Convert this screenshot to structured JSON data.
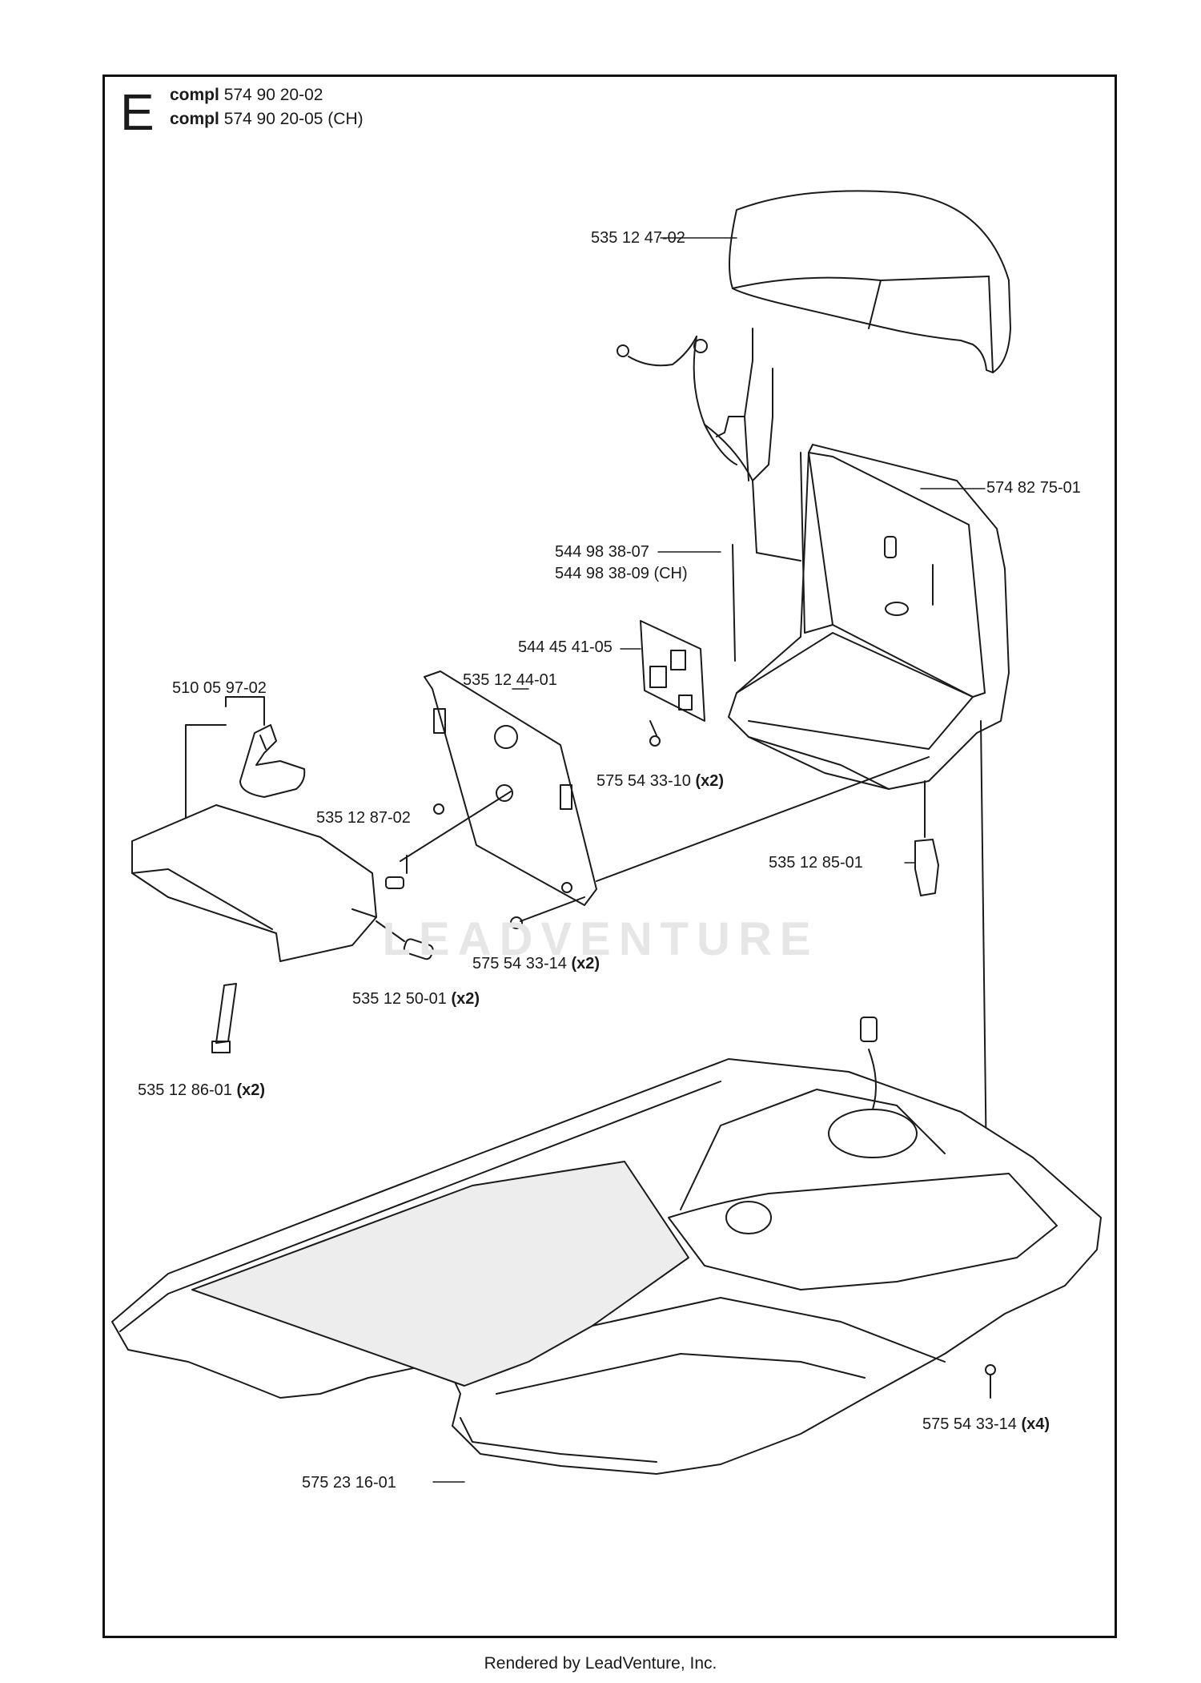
{
  "section": {
    "letter": "E",
    "compl": [
      {
        "keyword": "compl",
        "number": "574 90 20-02"
      },
      {
        "keyword": "compl",
        "number": "574 90 20-05 (CH)"
      }
    ]
  },
  "parts": [
    {
      "number": "535 12 47-02",
      "qty": ""
    },
    {
      "number": "574 82 75-01",
      "qty": ""
    },
    {
      "number": "544 98 38-07",
      "qty": ""
    },
    {
      "number": "544 98 38-09 (CH)",
      "qty": ""
    },
    {
      "number": "544 45 41-05",
      "qty": ""
    },
    {
      "number": "510 05 97-02",
      "qty": ""
    },
    {
      "number": "535 12 44-01",
      "qty": ""
    },
    {
      "number": "575 54 33-10",
      "qty": "(x2)"
    },
    {
      "number": "535 12 87-02",
      "qty": ""
    },
    {
      "number": "535 12 85-01",
      "qty": ""
    },
    {
      "number": "575 54 33-14",
      "qty": "(x2)"
    },
    {
      "number": "535 12 50-01",
      "qty": "(x2)"
    },
    {
      "number": "535 12 86-01",
      "qty": "(x2)"
    },
    {
      "number": "575 54 33-14",
      "qty": "(x4)"
    },
    {
      "number": "575 23 16-01",
      "qty": ""
    }
  ],
  "watermark": "LEADVENTURE",
  "footer": "Rendered by LeadVenture, Inc."
}
